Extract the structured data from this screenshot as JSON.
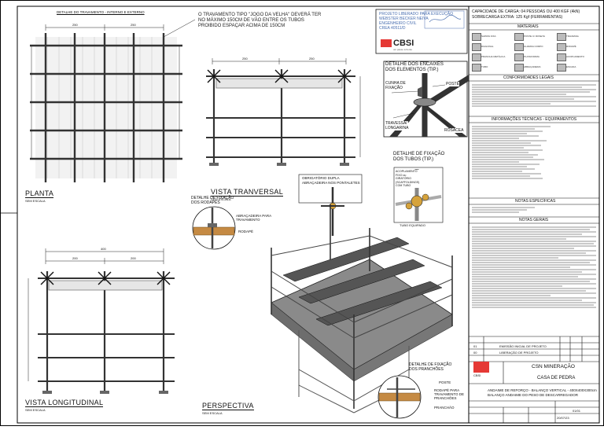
{
  "drawing": {
    "top_note": "DETALHE DO TRAVAMENTO - INTERNO E EXTERNO",
    "note_travamento": [
      "O TRAVAMENTO TIPO \"JOGO DA VELHA\" DEVERÁ TER",
      "NO MÁXIMO 150CM DE VÃO ENTRE OS TUBOS",
      "PROIBIDO ESPAÇAR ACIMA DE 150CM"
    ],
    "views": {
      "planta": "PLANTA",
      "vista_transversal": "VISTA TRANVERSAL",
      "vista_longitudinal": "VISTA LONGITUDINAL",
      "perspectiva": "PERSPECTIVA",
      "scale": "SEM ESCALA"
    },
    "dims": {
      "plan_250a": "250",
      "plan_250b": "250",
      "trans_250a": "250",
      "trans_250b": "250",
      "long_400": "400",
      "long_200a": "200",
      "long_200b": "200"
    },
    "details": {
      "encaixes_title": [
        "DETALHE DOS ENCAIXES",
        "DOS ELEMENTOS (TIP.)"
      ],
      "cunha": [
        "CUNHA DE",
        "FIXAÇÃO"
      ],
      "poste": "POSTE",
      "travessa": [
        "TRAVESSA/",
        "LONGARINA"
      ],
      "rosacea": "ROSÁCEA",
      "fixacao_tubos_title": [
        "DETALHE DE FIXAÇÃO",
        "DOS TUBOS (TIP.)"
      ],
      "fixacao_labels": [
        "ACOPLAMENTO",
        "FIXO ou",
        "GIRATÓRIO",
        "(SCAFFOLDINGS)",
        "COM TUBO"
      ],
      "tubo_equipado": "TUBO EQUIPADO",
      "fixacao_rodape_title": [
        "DETALHE DE FIXAÇÃO",
        "DOS RODAPÉS"
      ],
      "abracadeira": [
        "ABRAÇADEIRA PARA",
        "TRAVAMENTO"
      ],
      "rodape": "RODAPÉ",
      "obrigatorio": [
        "OBRIGATÓRIO DUPLA",
        "ABRAÇADEIRA NOS PONTALETES"
      ],
      "fixacao_pranchoes_title": [
        "DETALHE DE FIXAÇÃO",
        "DOS PRANCHÕES"
      ],
      "rodape_trav": [
        "RODAPÉ PARA",
        "TRAVAMENTO DE",
        "PRANCHÕES"
      ],
      "pranchao": "PRANCHÃO"
    }
  },
  "approval": {
    "line1": "PROJETO LIBERADO PARA EXECUÇÃO",
    "line2": "WEBSTER BECKER NEIVA",
    "line3": "ENGENHEIRO CIVIL",
    "line4": "CREA 40511/D",
    "brand": "CBSI",
    "brand_sub": "um passo à frente"
  },
  "panel": {
    "capacity": [
      "CAPACIDADE DE CARGA: 04 PESSOAS OU 400 KGF (4kN)",
      "SOBRECARGA EXTRA: 125 Kgf (FERRAMENTAS)"
    ],
    "materiais_title": "MATERIAIS",
    "materiais": [
      "SAPATA FIXA",
      "POSTE C/ ROSETA",
      "TRAVESSA",
      "DIAGONAL",
      "GUARDA CORPO",
      "RODAPÉ",
      "PRANCHA METÁLICA",
      "PLATAFORMA",
      "ACOPLAMENTO",
      "TUBO",
      "ABRAÇADEIRA",
      "ESCADA"
    ],
    "conformidade_title": "CONFORMIDADES LEGAIS",
    "informacoes_title": "INFORMAÇÕES TÉCNICAS - EQUIPAMENTOS",
    "notas_especificas_title": "NOTAS ESPECÍFICAS",
    "notas_gerais_title": "NOTAS GERAIS",
    "revision_rows": [
      {
        "c1": "01",
        "c2": "EMISSÃO INICIAL DE PROJETO",
        "c3": "",
        "c4": ""
      },
      {
        "c1": "00",
        "c2": "LIBERAÇÃO DE PROJETO",
        "c3": "",
        "c4": ""
      }
    ],
    "client_line": "CSN MINERAÇÃO",
    "site_line": "CASA DE PEDRA",
    "project_desc": [
      "ANDAIME DE REFORÇO - BALANÇO VERTICAL - 400X400X300cm",
      "BALANÇO ANDAIME DO PESO DE DESCARREGADOR"
    ],
    "sheet": "01/01",
    "date": "20/07/23"
  }
}
